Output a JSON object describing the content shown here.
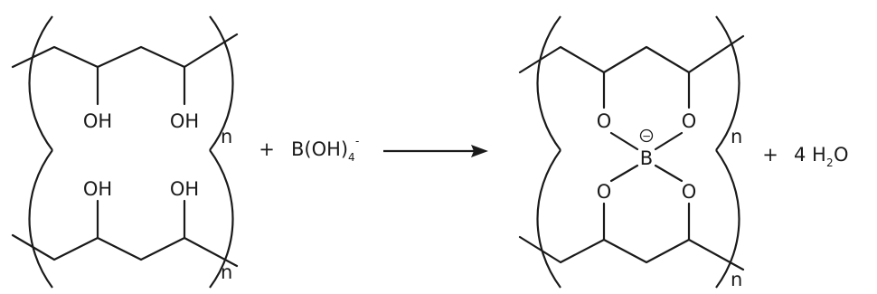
{
  "reaction": {
    "reactant": {
      "chain_top": {
        "oh_left": "OH",
        "oh_right": "OH",
        "repeat": "n"
      },
      "chain_bottom": {
        "oh_left": "OH",
        "oh_right": "OH",
        "repeat": "n"
      }
    },
    "plus_1": "+",
    "borate": {
      "formula": "B(OH)",
      "subscript": "4",
      "charge": "-"
    },
    "product": {
      "o_top_left": "O",
      "o_top_right": "O",
      "boron": "B",
      "boron_charge": "−",
      "o_bottom_left": "O",
      "o_bottom_right": "O",
      "repeat_top": "n",
      "repeat_bottom": "n"
    },
    "plus_2": "+",
    "water": {
      "coefficient": "4",
      "h": "H",
      "h_subscript": "2",
      "o": "O"
    }
  },
  "colors": {
    "ink": "#1a1a1a",
    "background": "#ffffff"
  }
}
